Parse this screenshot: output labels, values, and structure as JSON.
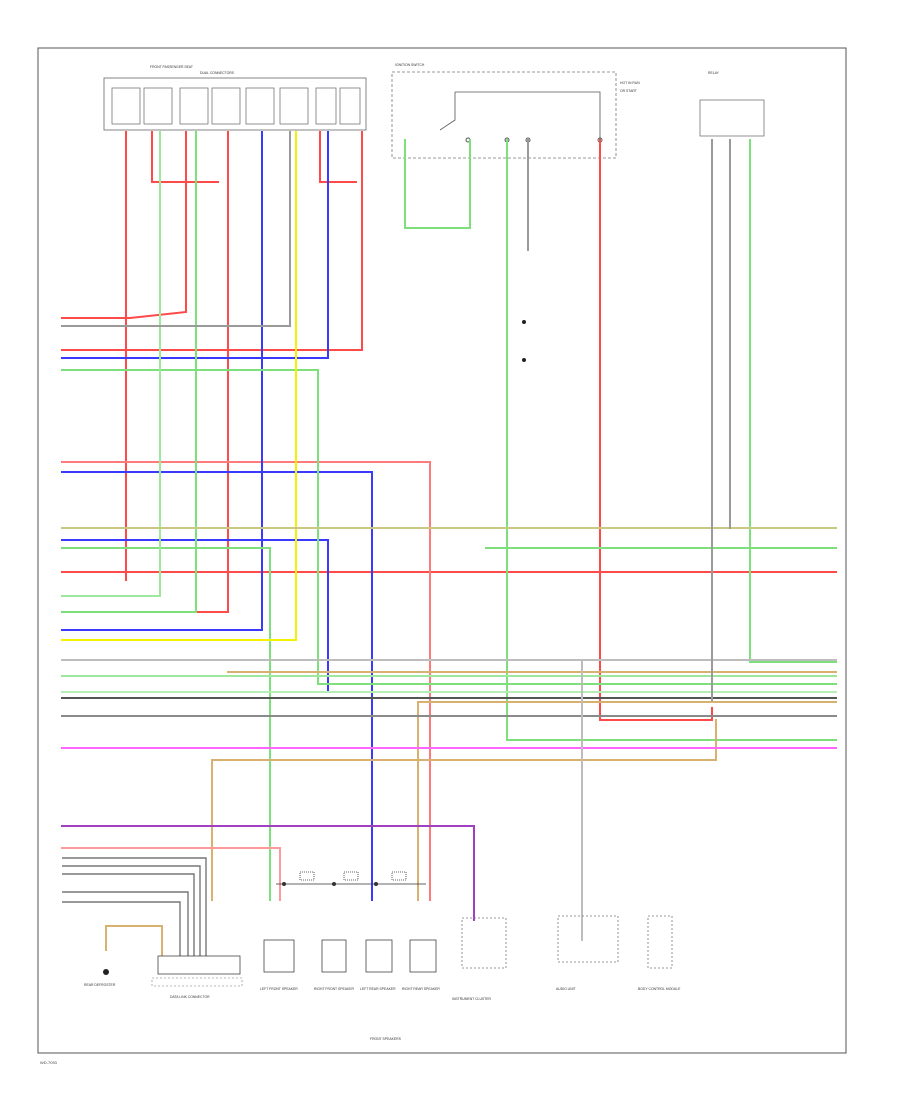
{
  "footer_code": "WD-7093",
  "components": {
    "cluster_top": "DUAL CONNECTORS",
    "ign_switch": "IGNITION SWITCH",
    "relay_top_right": "RELAY",
    "bottom": [
      "REAR DEFROSTER",
      "DATA LINK CONNECTOR",
      "LEFT FRONT SPEAKER",
      "RIGHT FRONT SPEAKER",
      "LEFT REAR SPEAKER",
      "RIGHT REAR SPEAKER",
      "INSTRUMENT CLUSTER",
      "AUDIO UNIT",
      "BODY CONTROL MODULE"
    ],
    "bottom_center_caption": "FRONT SPEAKERS"
  },
  "wire_colors": {
    "red": "#ff4a4a",
    "blue": "#3a3aff",
    "green": "#7de07d",
    "yellow": "#f2f200",
    "pink": "#ff66ff",
    "purple": "#a040c0",
    "tan": "#d8b070",
    "gray": "#9a9a9a",
    "dark": "#555555",
    "light": "#cfcfcf"
  }
}
